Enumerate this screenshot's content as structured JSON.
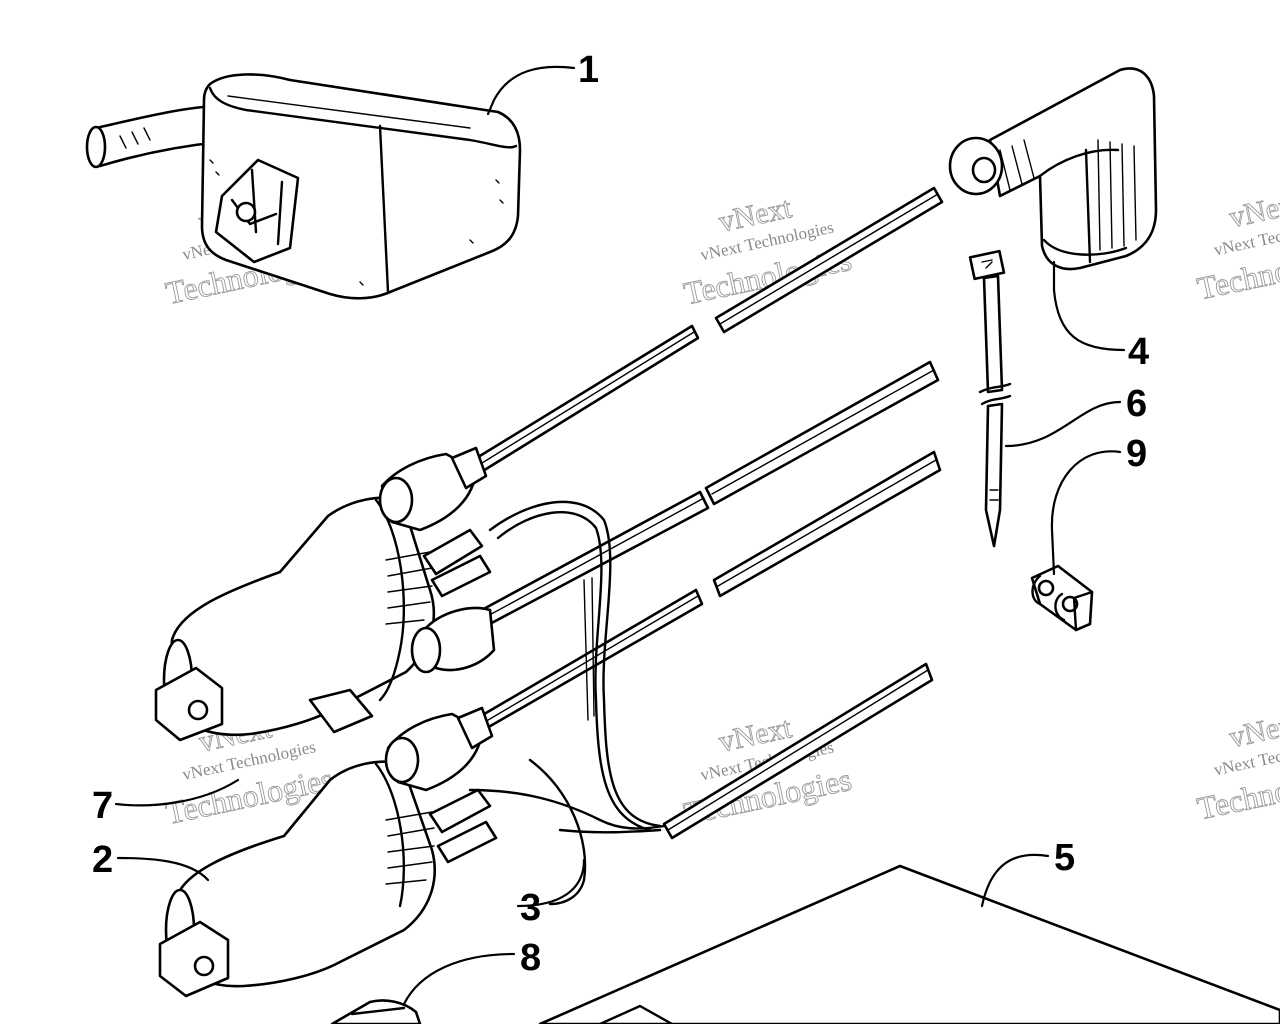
{
  "diagram": {
    "callouts": [
      {
        "id": "c1",
        "label": "1"
      },
      {
        "id": "c2",
        "label": "2"
      },
      {
        "id": "c3",
        "label": "3"
      },
      {
        "id": "c4",
        "label": "4"
      },
      {
        "id": "c5",
        "label": "5"
      },
      {
        "id": "c6",
        "label": "6"
      },
      {
        "id": "c7",
        "label": "7"
      },
      {
        "id": "c8",
        "label": "8"
      },
      {
        "id": "c9",
        "label": "9"
      }
    ],
    "watermark": {
      "line1": "vNext",
      "line2": "vNext Technologies",
      "line3": "Technologies"
    }
  }
}
